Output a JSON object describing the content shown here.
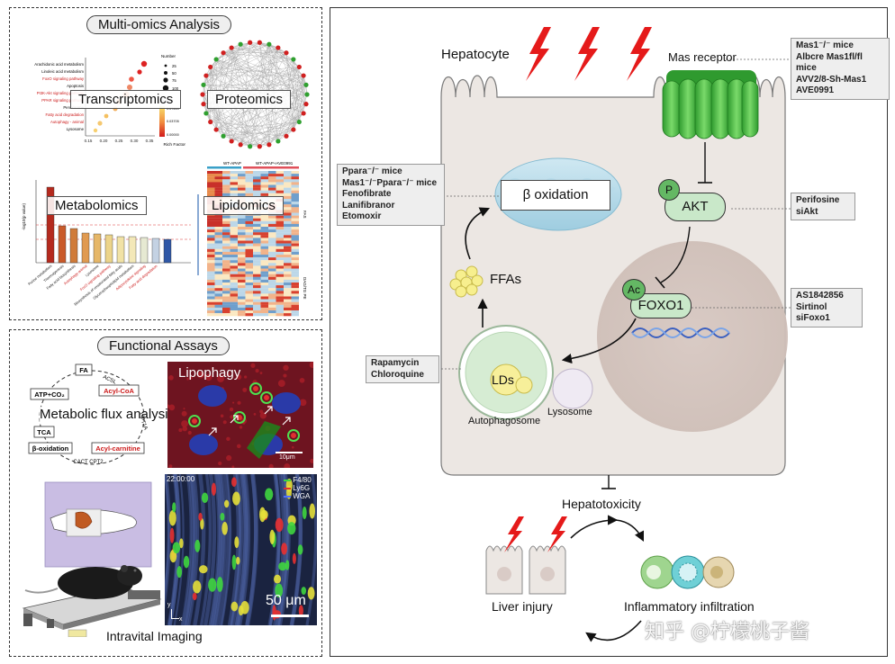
{
  "multiomics": {
    "title": "Multi-omics Analysis",
    "transcriptomics": "Transcriptomics",
    "proteomics": "Proteomics",
    "metabolomics": "Metabolomics",
    "lipidomics": "Lipidomics",
    "dot_pathways": [
      "Arachidonic acid metabolism",
      "Linoleic acid metabolism",
      "FoxO signaling pathway",
      "Apoptosis",
      "PI3K-Akt signaling pathway",
      "PPAR signaling pathway",
      "Peroxisome",
      "Fatty acid degradation",
      "Autophagy - animal",
      "Lysosome"
    ],
    "dot_x_ticks": [
      "0.15",
      "0.20",
      "0.25",
      "0.30",
      "0.35"
    ],
    "dot_x_label": "Rich Factor",
    "dot_size_title": "Number",
    "dot_sizes": [
      "25",
      "50",
      "75",
      "100"
    ],
    "dot_color_title": "p Value",
    "dot_color_ticks": [
      "0.07410",
      "0.03705",
      "0.00000"
    ],
    "lipid_groups": [
      "WT-APAP",
      "WT-APAP+AVE0991"
    ],
    "lipid_row_labels": [
      "FAS",
      "DAG/TG PE"
    ]
  },
  "functional": {
    "title": "Functional Assays",
    "metabolic_flux": "Metabolic flux analysis",
    "fa": "FA",
    "acsl": "ACSL",
    "acyl_coa": "Acyl-CoA",
    "cpt1a": "CPT1A",
    "acyl_carnitine": "Acyl-carnitine",
    "cact_cpt2": "CACT CPT2",
    "beta_ox": "β-oxidation",
    "tca": "TCA",
    "atp": "ATP+CO₂",
    "lipophagy": "Lipophagy",
    "scale_small": "10μm",
    "time": "22:00:00",
    "legend": [
      "F4/80",
      "Ly6G",
      "WGA"
    ],
    "scale_large": "50 μm",
    "axis_y": "y",
    "axis_x": "x",
    "intravital": "Intravital Imaging"
  },
  "pathway": {
    "hepatocyte": "Hepatocyte",
    "mas_receptor": "Mas receptor",
    "beta_oxidation": "β oxidation",
    "p": "P",
    "akt": "AKT",
    "ac": "Ac",
    "foxo1": "FOXO1",
    "ffas": "FFAs",
    "lds": "LDs",
    "autophagosome": "Autophagosome",
    "lysosome": "Lysosome",
    "hepatotoxicity": "Hepatotoxicity",
    "liver_injury": "Liver injury",
    "inflammatory": "Inflammatory infiltration"
  },
  "interventions": {
    "mas": [
      "Mas1⁻/⁻ mice",
      "Albcre Mas1fl/fl mice",
      "AVV2/8-Sh-Mas1",
      "AVE0991"
    ],
    "ppara": [
      "Ppara⁻/⁻ mice",
      "Mas1⁻/⁻Ppara⁻/⁻ mice",
      "Fenofibrate",
      "Lanifibranor",
      "Etomoxir"
    ],
    "akt": [
      "Perifosine",
      "siAkt"
    ],
    "foxo1": [
      "AS1842856",
      "Sirtinol",
      "siFoxo1"
    ],
    "autophagy": [
      "Rapamycin",
      "Chloroquine"
    ]
  },
  "watermark": "知乎 @柠檬桃子酱",
  "colors": {
    "cell": "#ece7e3",
    "nucleus": "#d9cbc6",
    "green": "#4fc04f",
    "akt": "#c9e8c9",
    "lightning": "#e51a1a",
    "red_text": "#cc1a1a"
  }
}
